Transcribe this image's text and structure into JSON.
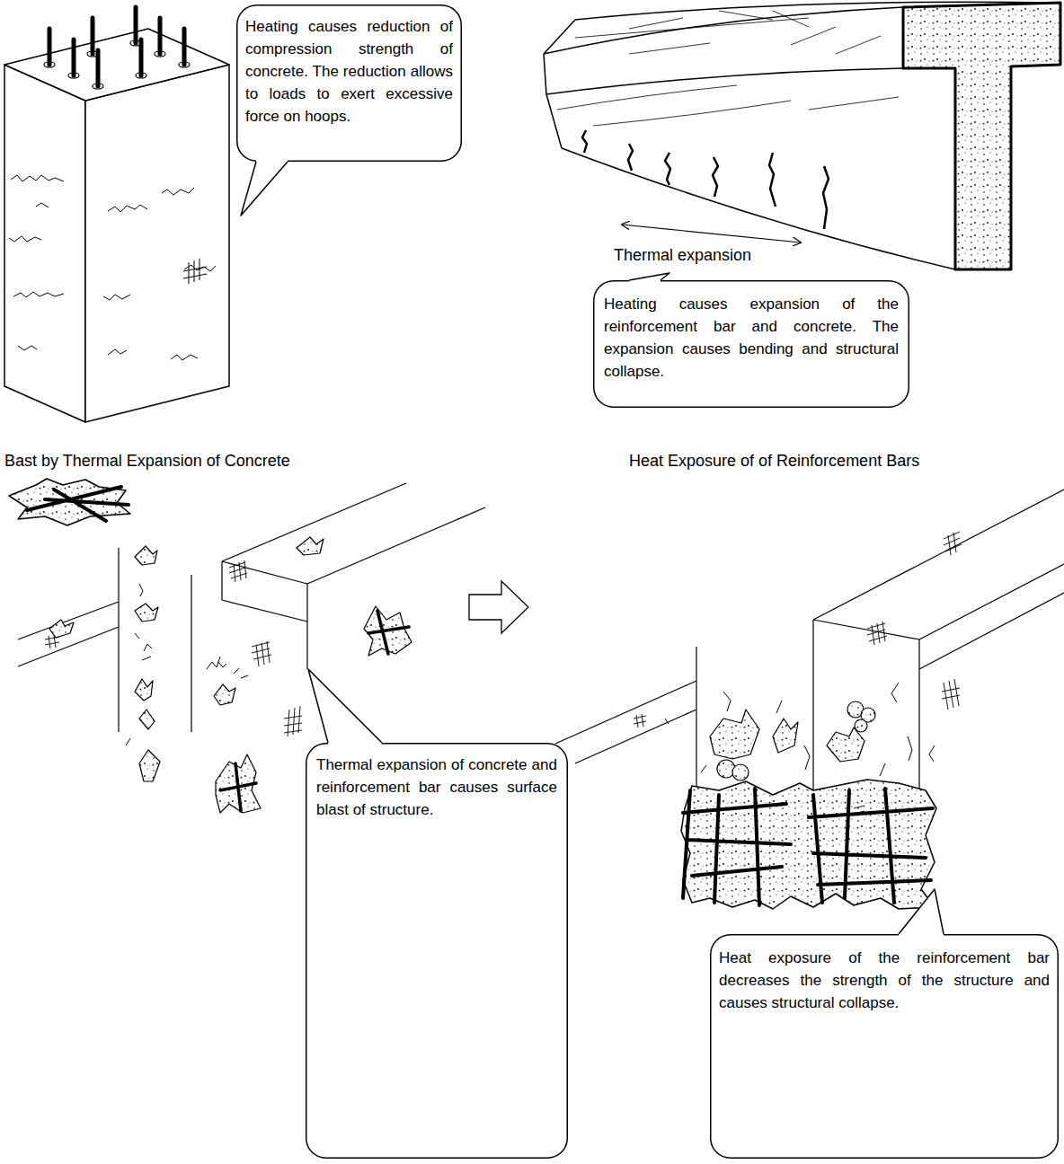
{
  "diagram": {
    "nodes": [
      {
        "text": [
          "Heating causes reduction of compression strength of concrete. The reduction allows to loads to exert excessive force on hoops."
        ]
      },
      {
        "text": [
          "Heating causes expansion of the reinforcement bar and concrete. The expansion causes bending and structural collapse."
        ]
      },
      {
        "text": [
          "Thermal expansion of concrete and reinforcement bar causes surface blast of structure."
        ]
      },
      {
        "text": [
          "Heat exposure of the reinforcement bar decreases the strength of the structure and causes structural collapse."
        ]
      }
    ],
    "labels": [
      "Thermal expansion",
      "Bast by Thermal Expansion of Concrete",
      "Heat Exposure of of Reinforcement Bars"
    ]
  }
}
